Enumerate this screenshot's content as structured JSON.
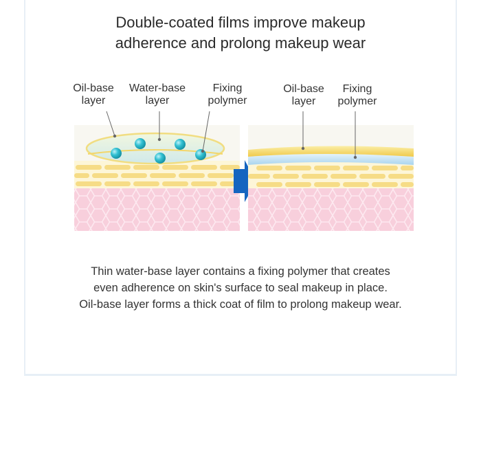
{
  "title": {
    "line1": "Double-coated films improve makeup",
    "line2": "adherence and prolong makeup wear"
  },
  "before": {
    "labels": {
      "oil_base_1": "Oil-base",
      "oil_base_2": "layer",
      "water_base_1": "Water-base",
      "water_base_2": "layer",
      "fixing_1": "Fixing",
      "fixing_2": "polymer"
    }
  },
  "after": {
    "labels": {
      "oil_base_1": "Oil-base",
      "oil_base_2": "layer",
      "fixing_1": "Fixing",
      "fixing_2": "polymer"
    }
  },
  "description": {
    "line1": "Thin water-base layer contains a fixing polymer that creates",
    "line2": "even adherence on skin's surface to seal makeup in place.",
    "line3": "Oil-base layer forms a thick coat of film to prolong makeup wear."
  },
  "colors": {
    "skin_pink": "#f9d3df",
    "skin_hex_line": "#fce6ee",
    "cell_yellow": "#f7df8f",
    "oil_film": "#f4d76a",
    "water_film": "#c9e6f4",
    "droplet_teal": "#2bb5c7",
    "arrow_blue": "#1565c0"
  }
}
